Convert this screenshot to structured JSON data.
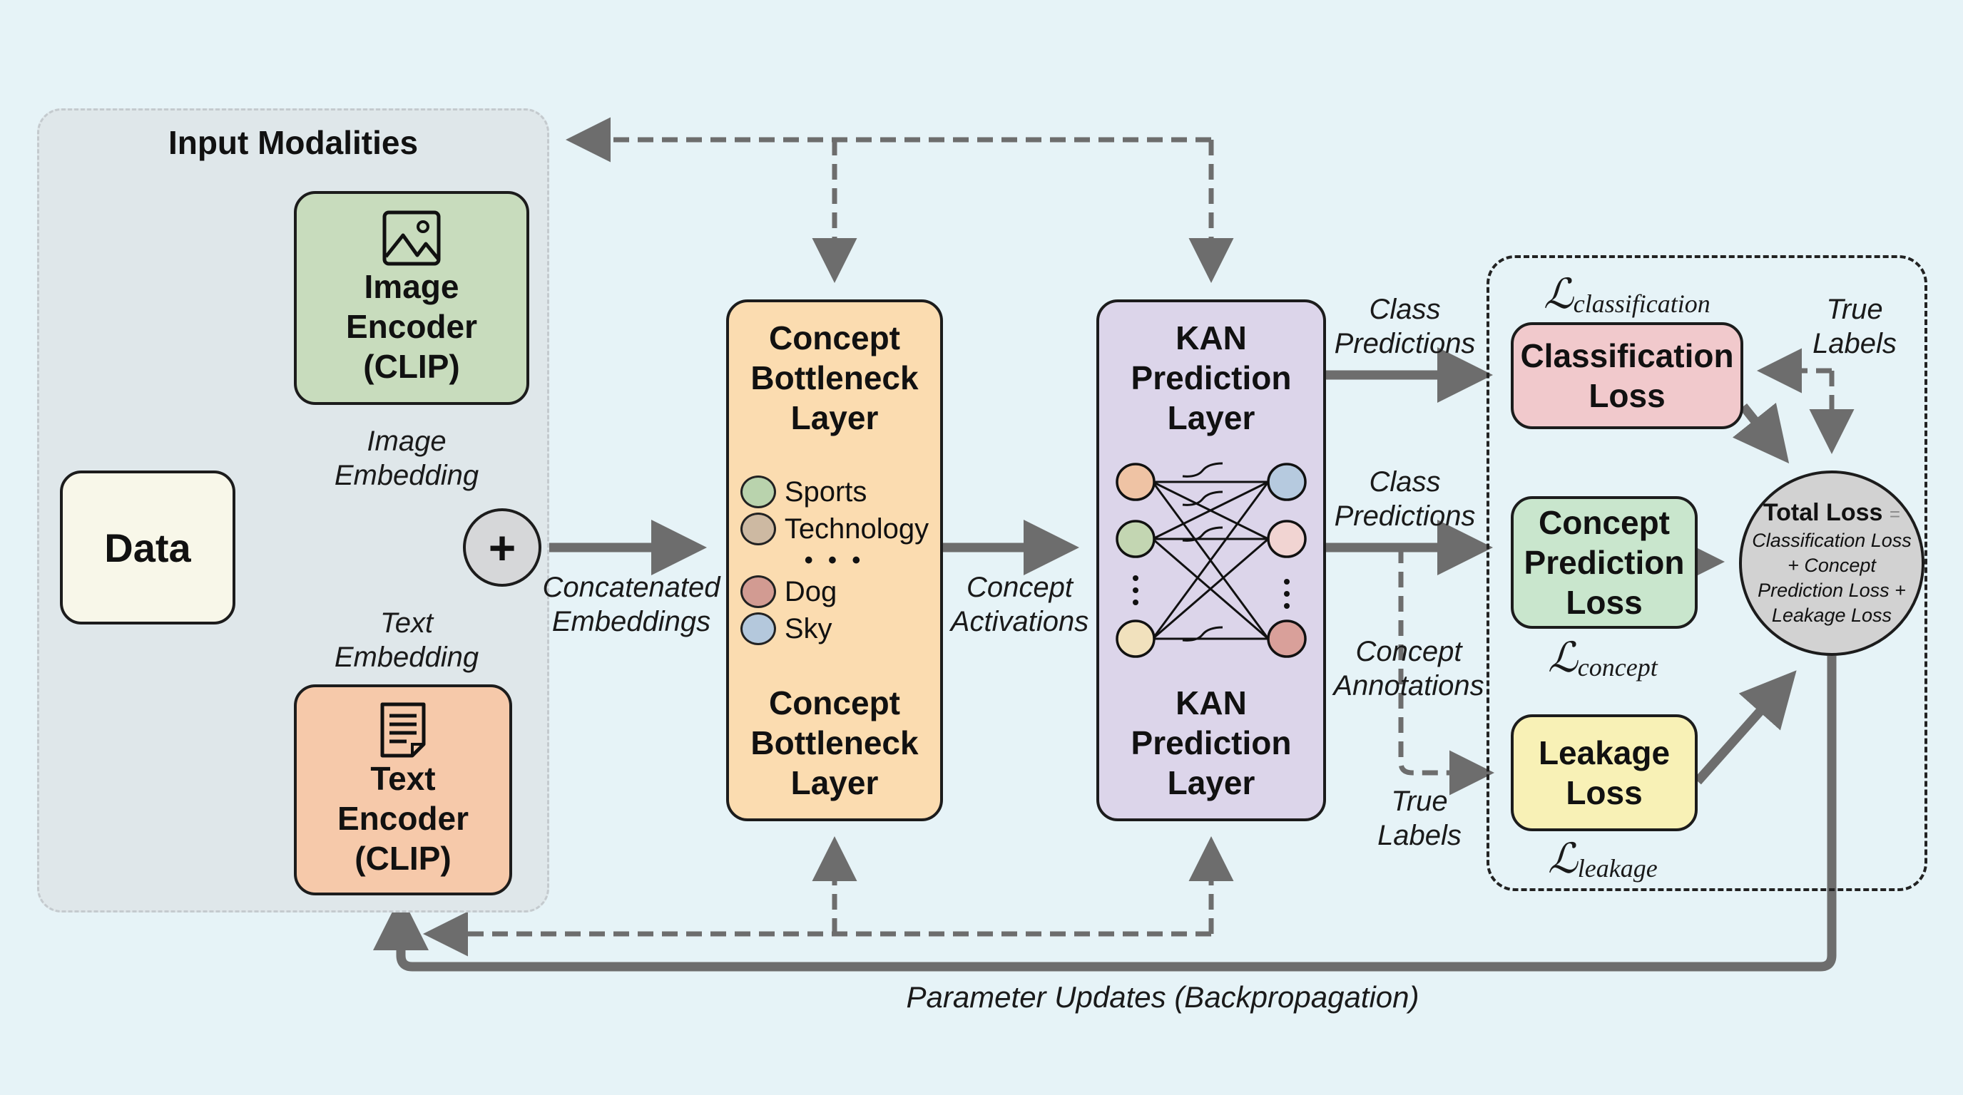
{
  "diagram": {
    "input_group_title": "Input Modalities",
    "data_box": "Data",
    "image_encoder": {
      "lines": [
        "Image",
        "Encoder",
        "(CLIP)"
      ],
      "icon": "image-icon",
      "color": "#c8dcbd"
    },
    "text_encoder": {
      "lines": [
        "Text",
        "Encoder",
        "(CLIP)"
      ],
      "icon": "document-icon",
      "color": "#f6c9aa"
    },
    "combine_symbol": "+",
    "labels": {
      "image_embedding": [
        "Image",
        "Embedding"
      ],
      "text_embedding": [
        "Text",
        "Embedding"
      ],
      "concatenated": [
        "Concatenated",
        "Embeddings"
      ],
      "concept_activations": [
        "Concept",
        "Activations"
      ],
      "class_predictions_top": [
        "Class",
        "Predictions"
      ],
      "class_predictions_mid": [
        "Class",
        "Predictions"
      ],
      "concept_annotations": [
        "Concept",
        "Annotations"
      ],
      "true_labels_left": [
        "True",
        "Labels"
      ],
      "true_labels_right": [
        "True",
        "Labels"
      ],
      "backprop": "Parameter Updates (Backpropagation)"
    },
    "concept_bottleneck": {
      "title_lines": [
        "Concept",
        "Bottleneck",
        "Layer"
      ],
      "footer_lines": [
        "Concept",
        "Bottleneck",
        "Layer"
      ],
      "color": "#fbdcb0",
      "concepts": [
        {
          "name": "Sports",
          "color": "#b9d3ad"
        },
        {
          "name": "Technology",
          "color": "#cdb9a2"
        },
        {
          "name": "Dog",
          "color": "#d29b92"
        },
        {
          "name": "Sky",
          "color": "#b4c8dc"
        }
      ],
      "ellipsis": "• • •"
    },
    "kan": {
      "title_lines": [
        "KAN",
        "Prediction",
        "Layer"
      ],
      "footer_lines": [
        "KAN",
        "Prediction",
        "Layer"
      ],
      "color": "#dcd5ea",
      "input_nodes": [
        "#efc3a4",
        "#c3d6b2",
        "#f1e1bd"
      ],
      "output_nodes": [
        "#b6cadf",
        "#f1d4d2",
        "#d9a09a"
      ]
    },
    "losses": {
      "classification": {
        "lines": [
          "Classification",
          "Loss"
        ],
        "symbol": "L",
        "subscript": "classification",
        "color": "#f1c9cc"
      },
      "concept": {
        "lines": [
          "Concept",
          "Prediction",
          "Loss"
        ],
        "symbol": "L",
        "subscript": "concept",
        "color": "#c9e6cd"
      },
      "leakage": {
        "lines": [
          "Leakage",
          "Loss"
        ],
        "symbol": "L",
        "subscript": "leakage",
        "color": "#f8f1b6"
      },
      "total": {
        "title": "Total Loss",
        "eq": "=",
        "formula": [
          "Classification Loss",
          "+ Concept",
          "Prediction Loss +",
          "Leakage Loss"
        ],
        "color": "#d2d2d2"
      }
    }
  }
}
